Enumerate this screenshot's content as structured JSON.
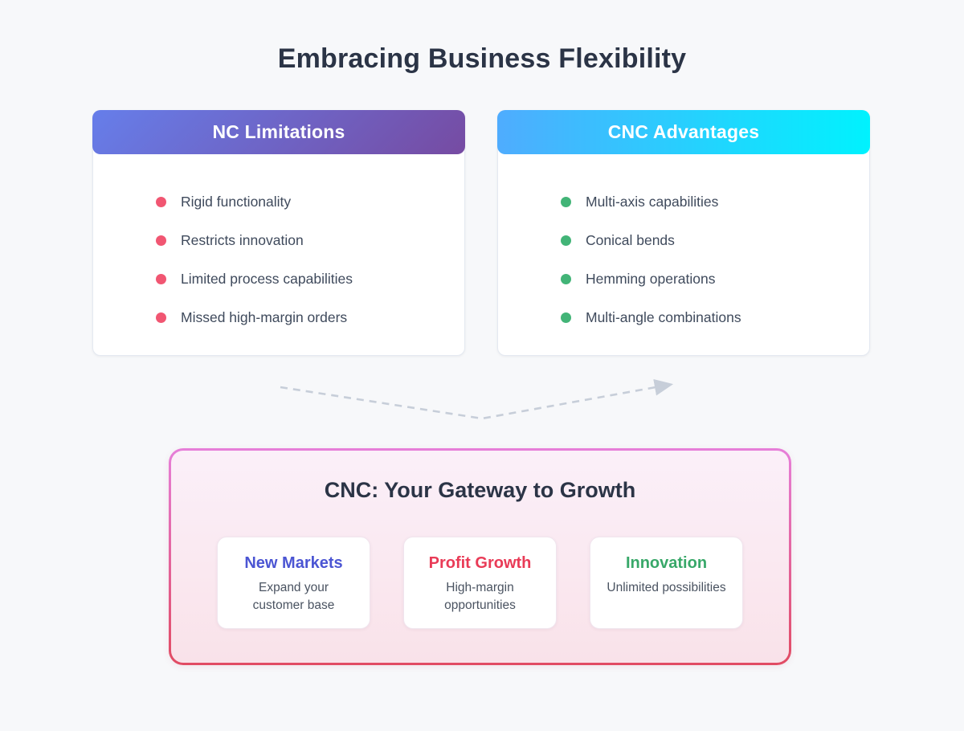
{
  "page": {
    "title": "Embracing Business Flexibility",
    "background": "#f7f8fa",
    "title_color": "#2b3446"
  },
  "comparison": {
    "nc": {
      "title": "NC Limitations",
      "header_gradient": [
        "#667eea",
        "#764ba2"
      ],
      "bullet_color": "#f15672",
      "items": [
        "Rigid functionality",
        "Restricts innovation",
        "Limited process capabilities",
        "Missed high-margin orders"
      ]
    },
    "cnc": {
      "title": "CNC Advantages",
      "header_gradient": [
        "#4facfe",
        "#00f2fe"
      ],
      "bullet_color": "#42b477",
      "items": [
        "Multi-axis capabilities",
        "Conical bends",
        "Hemming operations",
        "Multi-angle combinations"
      ]
    }
  },
  "arrow": {
    "style": "dashed",
    "color": "#c7ced9"
  },
  "growth": {
    "title": "CNC: Your Gateway to Growth",
    "border_gradient": [
      "#e67fd9",
      "#e14b63"
    ],
    "background_gradient": [
      "#fbf0f9",
      "#f9e2e9"
    ],
    "cards": [
      {
        "title": "New Markets",
        "title_color": "#4b55d3",
        "subtitle": "Expand your customer base"
      },
      {
        "title": "Profit Growth",
        "title_color": "#e93b57",
        "subtitle": "High-margin opportunities"
      },
      {
        "title": "Innovation",
        "title_color": "#38a869",
        "subtitle": "Unlimited possibilities"
      }
    ]
  }
}
